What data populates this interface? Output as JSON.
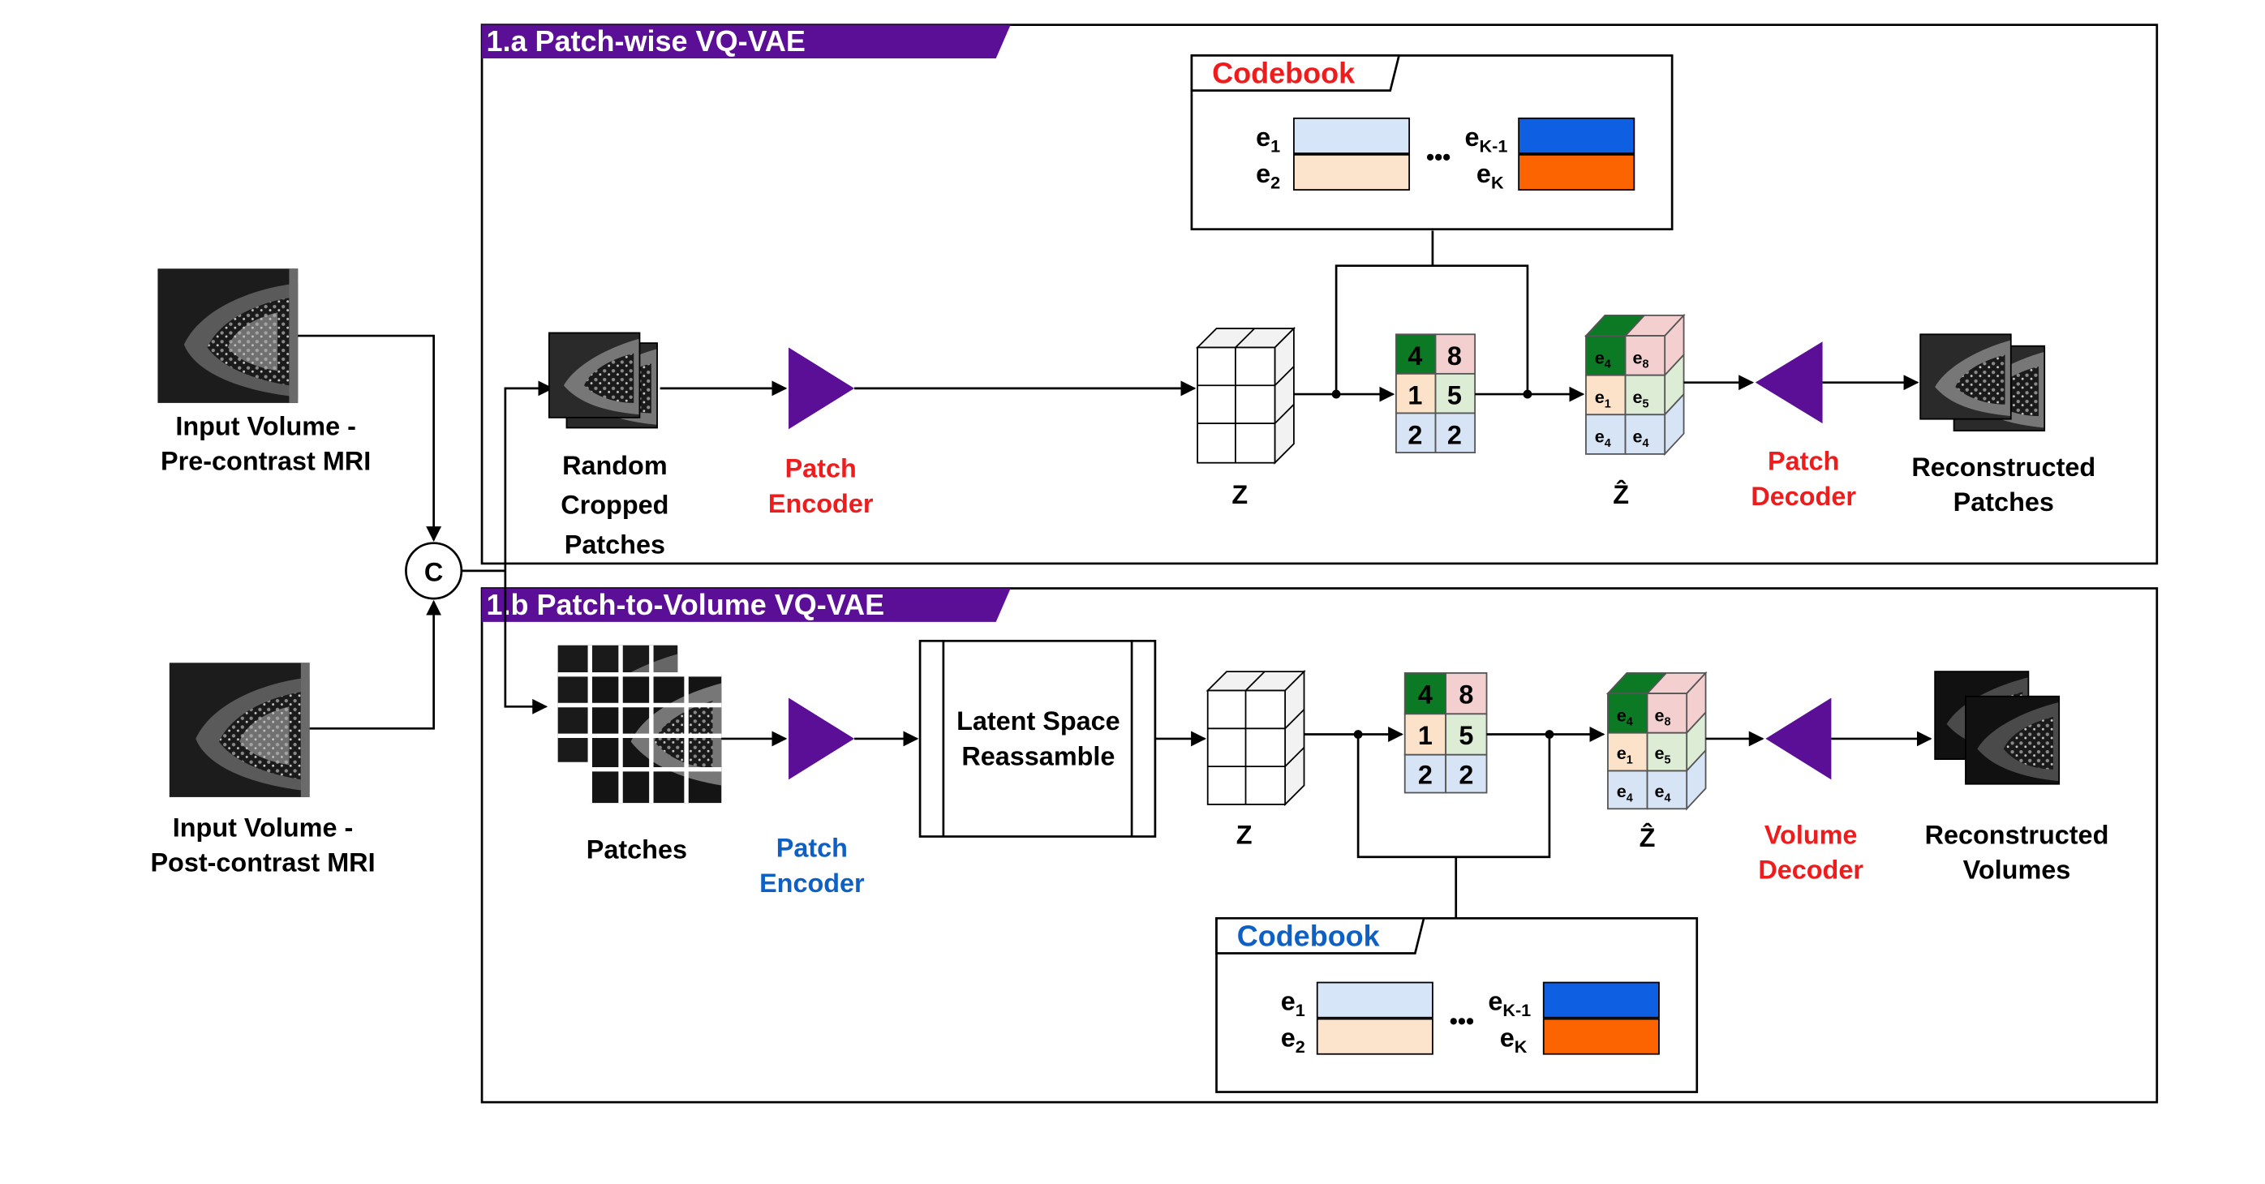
{
  "colors": {
    "purple": "#5a0f96",
    "red_text": "#ee1c1c",
    "blue_text": "#0f60c4",
    "code_light_blue": "#d6e6f8",
    "code_peach": "#fce4cc",
    "code_blue": "#0f5fe2",
    "code_orange": "#fb6400",
    "cell_green": "#0c7a24",
    "cell_pink": "#f3cfd0",
    "cell_peach": "#fbe2c8",
    "cell_light_green": "#dcecd5",
    "cell_light_blue": "#d6e4f6"
  },
  "inputs": {
    "pre": {
      "line1": "Input Volume -",
      "line2": "Pre-contrast MRI"
    },
    "post": {
      "line1": "Input Volume -",
      "line2": "Post-contrast MRI"
    },
    "concat_symbol": "C"
  },
  "section_a": {
    "title": "1.a Patch-wise VQ-VAE",
    "input_label": [
      "Random",
      "Cropped",
      "Patches"
    ],
    "encoder_label": [
      "Patch",
      "Encoder"
    ],
    "z_label": "Z",
    "zhat_label": "Ẑ",
    "decoder_label": [
      "Patch",
      "Decoder"
    ],
    "output_label": [
      "Reconstructed",
      "Patches"
    ],
    "codebook": {
      "title": "Codebook",
      "e1": "e",
      "e1_sub": "1",
      "e2": "e",
      "e2_sub": "2",
      "ek1": "e",
      "ek1_sub": "K-1",
      "ek": "e",
      "ek_sub": "K",
      "ellipsis": "•••"
    },
    "indices": [
      "4",
      "8",
      "1",
      "5",
      "2",
      "2"
    ],
    "zhat_cells": [
      {
        "base": "e",
        "sub": "4"
      },
      {
        "base": "e",
        "sub": "8"
      },
      {
        "base": "e",
        "sub": "1"
      },
      {
        "base": "e",
        "sub": "5"
      },
      {
        "base": "e",
        "sub": "4"
      },
      {
        "base": "e",
        "sub": "4"
      }
    ]
  },
  "section_b": {
    "title": "1.b Patch-to-Volume VQ-VAE",
    "input_label": "Patches",
    "encoder_label": [
      "Patch",
      "Encoder"
    ],
    "reassemble_label": [
      "Latent Space",
      "Reassamble"
    ],
    "z_label": "Z",
    "zhat_label": "Ẑ",
    "decoder_label": [
      "Volume",
      "Decoder"
    ],
    "output_label": [
      "Reconstructed",
      "Volumes"
    ],
    "codebook": {
      "title": "Codebook",
      "e1": "e",
      "e1_sub": "1",
      "e2": "e",
      "e2_sub": "2",
      "ek1": "e",
      "ek1_sub": "K-1",
      "ek": "e",
      "ek_sub": "K",
      "ellipsis": "•••"
    },
    "indices": [
      "4",
      "8",
      "1",
      "5",
      "2",
      "2"
    ],
    "zhat_cells": [
      {
        "base": "e",
        "sub": "4"
      },
      {
        "base": "e",
        "sub": "8"
      },
      {
        "base": "e",
        "sub": "1"
      },
      {
        "base": "e",
        "sub": "5"
      },
      {
        "base": "e",
        "sub": "4"
      },
      {
        "base": "e",
        "sub": "4"
      }
    ]
  }
}
